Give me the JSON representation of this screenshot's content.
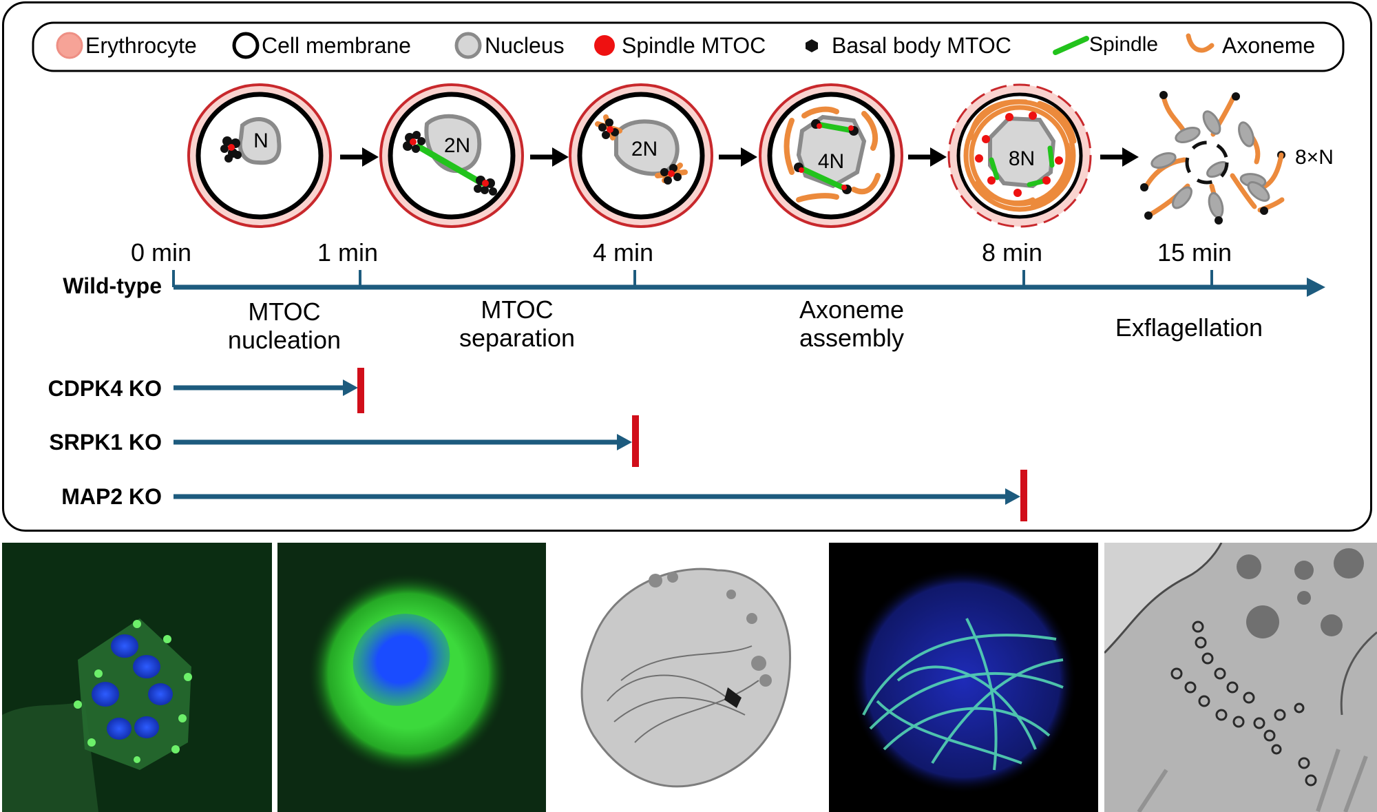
{
  "legend": {
    "items": [
      {
        "label": "Erythrocyte"
      },
      {
        "label": "Cell membrane"
      },
      {
        "label": "Nucleus"
      },
      {
        "label": "Spindle MTOC"
      },
      {
        "label": "Basal body MTOC"
      },
      {
        "label": "Spindle"
      },
      {
        "label": "Axoneme"
      }
    ]
  },
  "stages": [
    {
      "ploidy": "N"
    },
    {
      "ploidy": "2N"
    },
    {
      "ploidy": "2N"
    },
    {
      "ploidy": "4N"
    },
    {
      "ploidy": "8N"
    },
    {
      "ploidy": "8×N"
    }
  ],
  "timeline": {
    "label": "Wild-type",
    "ticks": [
      "0 min",
      "1 min",
      "4 min",
      "8 min",
      "15 min"
    ],
    "phases": [
      {
        "line1": "MTOC",
        "line2": "nucleation"
      },
      {
        "line1": "MTOC",
        "line2": "separation"
      },
      {
        "line1": "Axoneme",
        "line2": "assembly"
      },
      {
        "line1": "Exflagellation",
        "line2": ""
      }
    ]
  },
  "mutants": [
    {
      "label": "CDPK4 KO",
      "arrest_after_tick": 1
    },
    {
      "label": "SRPK1 KO",
      "arrest_after_tick": 2
    },
    {
      "label": "MAP2 KO",
      "arrest_after_tick": 3
    }
  ],
  "colors": {
    "timeline": "#1d5b7e",
    "arrest": "#d10e1a",
    "spindle": "#22c31c",
    "axoneme": "#ec8a3c",
    "mtoc": "#ee1111",
    "erythrocyte": "#f6b9b3",
    "erythrocyte_rim": "#c8282c",
    "nucleus_fill": "#d6d6d6",
    "nucleus_stroke": "#8a8a8a"
  },
  "micrographs": [
    {
      "type": "fluorescence-blue-green-eight-nuclei"
    },
    {
      "type": "fluorescence-green-cell-blue-nucleus"
    },
    {
      "type": "inverted-greyscale-cell"
    },
    {
      "type": "fluorescence-axonemes"
    },
    {
      "type": "electron-micrograph-axonemes"
    }
  ]
}
